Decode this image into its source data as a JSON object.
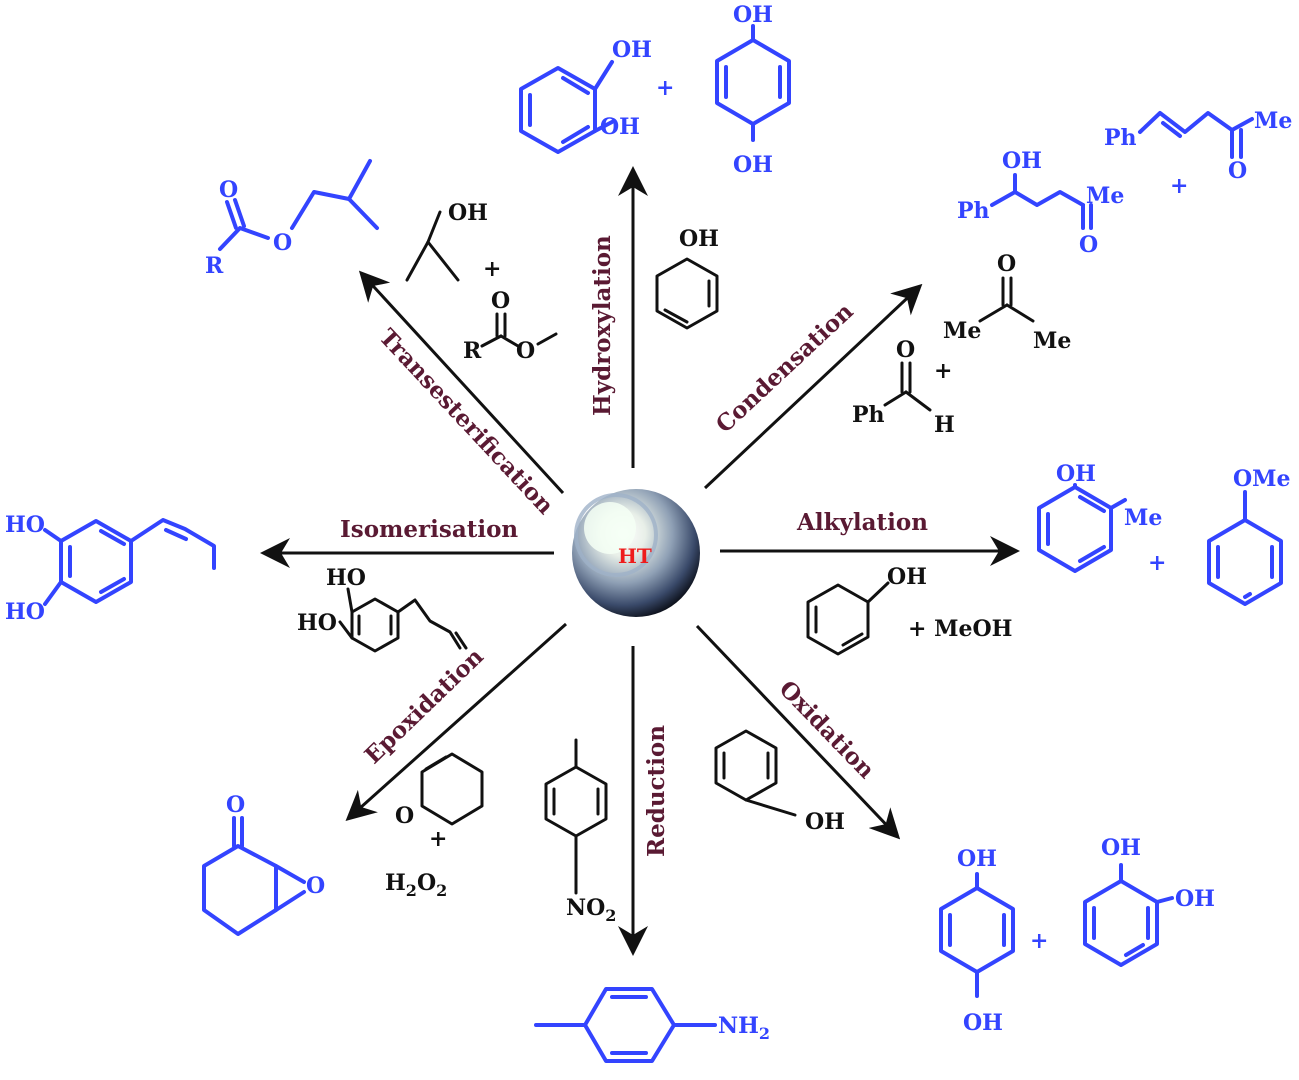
{
  "center": {
    "label": "HT"
  },
  "reactions": {
    "hydroxylation": "Hydroxylation",
    "condensation": "Condensation",
    "alkylation": "Alkylation",
    "oxidation": "Oxidation",
    "reduction": "Reduction",
    "epoxidation": "Epoxidation",
    "isomerisation": "Isomerisation",
    "transesterification": "Transesterification"
  },
  "labels": {
    "oh": "OH",
    "ho": "HO",
    "plus": "+",
    "me": "Me",
    "ph": "Ph",
    "o": "O",
    "h": "H",
    "r": "R",
    "ome": "OMe",
    "meoh": "+ MeOH",
    "h2o2": "H",
    "h2o2_sub": "2",
    "h2o2_o": "O",
    "no2": "NO",
    "no2_sub": "2",
    "nh2": "NH",
    "nh2_sub": "2"
  },
  "colors": {
    "product": "#3344ff",
    "reactant": "#111111",
    "reaction_label": "#5a1a33",
    "center_text": "#ee1c1c"
  }
}
